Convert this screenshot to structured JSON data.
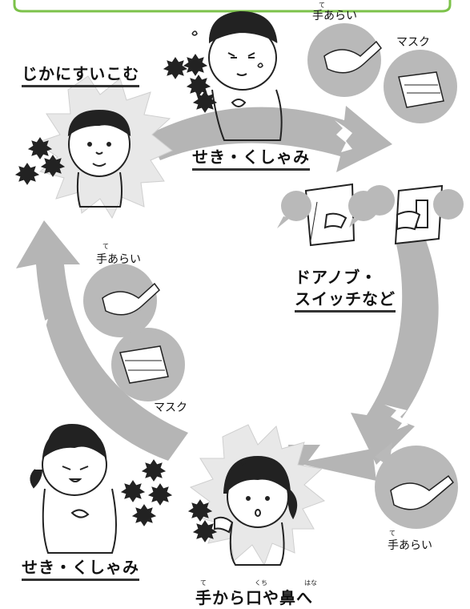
{
  "labels": {
    "direct_inhale": "じかにすいこむ",
    "cough_sneeze_top": "せき・くしゃみ",
    "door_switch_1": "ドアノブ・",
    "door_switch_2": "スイッチなど",
    "cough_sneeze_bottom": "せき・くしゃみ",
    "hand_to_mouth_nose": "手から口や鼻へ"
  },
  "callouts": {
    "top_handwash": "手あらい",
    "top_mask": "マスク",
    "left_handwash": "手あらい",
    "left_mask": "マスク",
    "right_handwash": "手あらい"
  },
  "furigana": {
    "te": "て",
    "kuchi": "くち",
    "hana": "はな"
  },
  "colors": {
    "arrow": "#b5b5b5",
    "bubble": "#b9b9b9",
    "burst": "#e8e8e8",
    "green_frame": "#7cc24a",
    "ink": "#222222"
  }
}
